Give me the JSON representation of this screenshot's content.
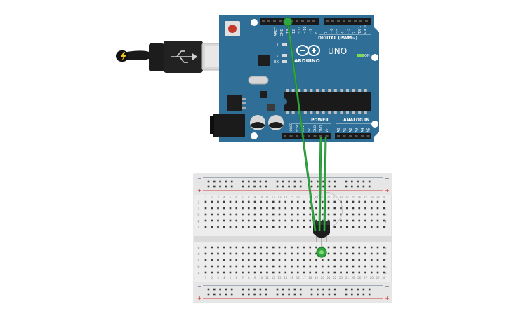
{
  "board": {
    "brand": "ARDUINO",
    "model": "UNO",
    "digital_label": "DIGITAL (PWM~)",
    "analog_label": "ANALOG IN",
    "power_label": "POWER",
    "on_label": "ON",
    "led_l": "L",
    "led_tx": "TX",
    "led_rx": "RX",
    "aref": "AREF",
    "gnd": "GND",
    "digital_pins": [
      "13",
      "12",
      "~11",
      "~10",
      "~9",
      "8",
      "7",
      "~6",
      "~5",
      "4",
      "~3",
      "2",
      "TX 1",
      "RX 0"
    ],
    "power_pins": [
      "IOREF",
      "RESET",
      "3.3V",
      "5V",
      "GND",
      "GND",
      "Vin"
    ],
    "analog_pins": [
      "A0",
      "A1",
      "A2",
      "A3",
      "A4",
      "A5"
    ]
  },
  "breadboard": {
    "column_numbers": [
      "1",
      "2",
      "3",
      "4",
      "5",
      "6",
      "7",
      "8",
      "9",
      "10",
      "11",
      "12",
      "13",
      "14",
      "15",
      "16",
      "17",
      "18",
      "19",
      "20",
      "21",
      "22",
      "23",
      "24",
      "25",
      "26",
      "27",
      "28",
      "29",
      "30"
    ],
    "row_letters_top": [
      "j",
      "i",
      "h",
      "g",
      "f"
    ],
    "row_letters_bottom": [
      "e",
      "d",
      "c",
      "b",
      "a"
    ],
    "rail_minus": "−",
    "rail_plus": "+"
  },
  "colors": {
    "board": "#2f6f97",
    "board_dark": "#255a7d",
    "wire": "#2fa640",
    "wire_dark": "#1c7a2b",
    "rail_red": "#d33b3b",
    "rail_blue": "#5b6f86",
    "breadboard": "#ededed",
    "hole": "#3d3d3d"
  }
}
